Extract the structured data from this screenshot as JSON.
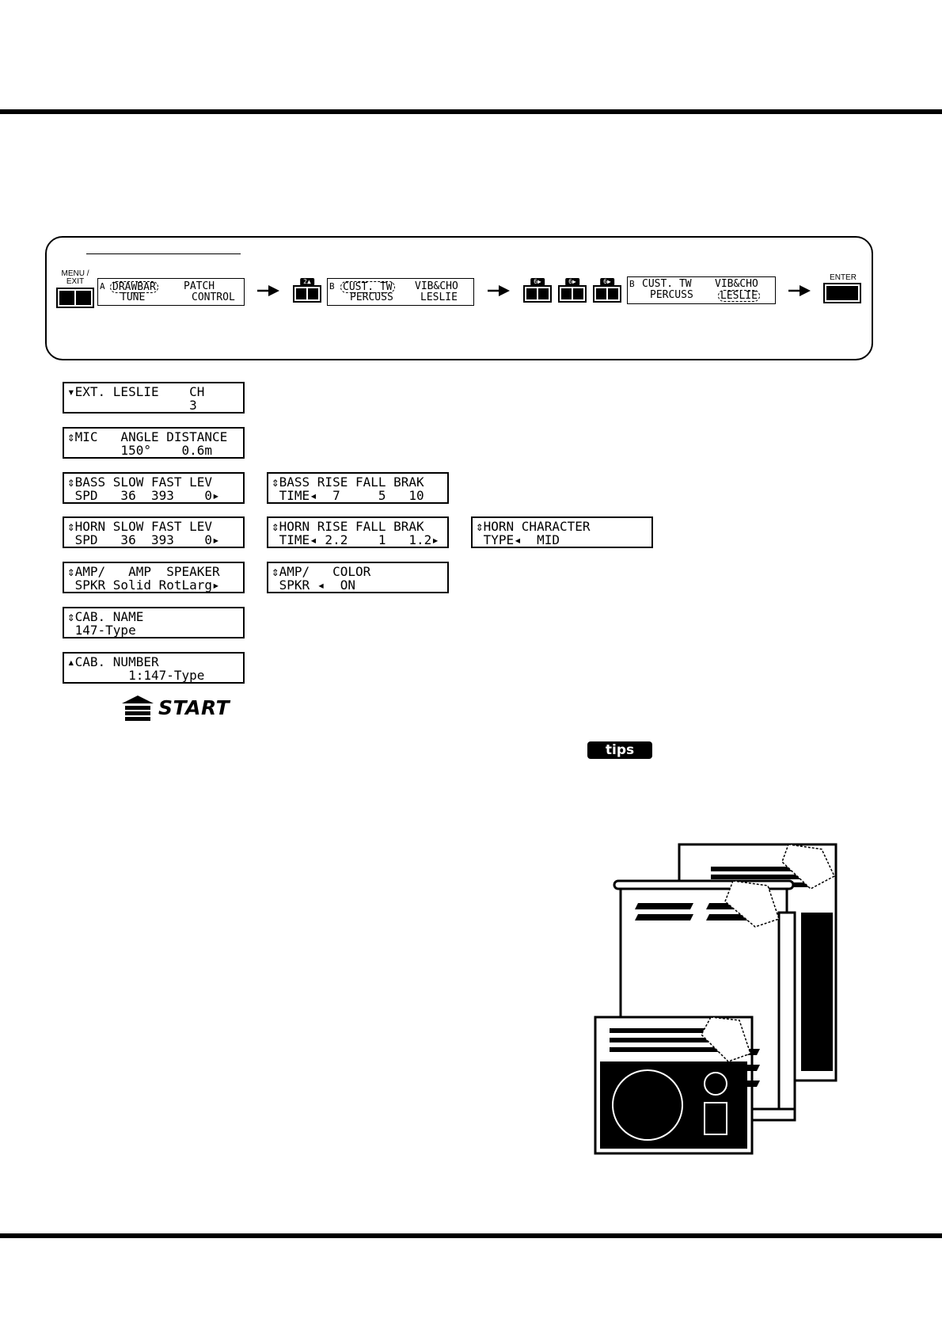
{
  "procedure": {
    "menu_exit_label": [
      "MENU /",
      "EXIT"
    ],
    "enter_label": "ENTER",
    "display1": {
      "page": "A",
      "item1": "DRAWBAR",
      "item2": "PATCH",
      "item3": "TUNE",
      "item4": "CONTROL"
    },
    "display2": {
      "page": "B",
      "item1": "CUST. TW",
      "item2": "VIB&CHO",
      "item3": "PERCUSS",
      "item4": "LESLIE"
    },
    "display3": {
      "page": "B",
      "item1": "CUST. TW",
      "item2": "VIB&CHO",
      "item3": "PERCUSS",
      "item4": "LESLIE"
    },
    "key_2_tag": "2▲",
    "key_6_tag": "6▶"
  },
  "screens": {
    "ext_leslie": {
      "line1": "▾EXT. LESLIE    CH",
      "line2": "                3"
    },
    "mic": {
      "line1": "⇕MIC   ANGLE DISTANCE",
      "line2": "       150°    0.6m"
    },
    "bass_spd": {
      "line1": "⇕BASS SLOW FAST LEV",
      "line2": " SPD   36  393    0▸"
    },
    "bass_time": {
      "line1": "⇕BASS RISE FALL BRAK",
      "line2": " TIME◂  7     5   10"
    },
    "horn_spd": {
      "line1": "⇕HORN SLOW FAST LEV",
      "line2": " SPD   36  393    0▸"
    },
    "horn_time": {
      "line1": "⇕HORN RISE FALL BRAK",
      "line2": " TIME◂ 2.2    1   1.2▸"
    },
    "horn_type": {
      "line1": "⇕HORN CHARACTER",
      "line2": " TYPE◂  MID"
    },
    "amp_spkr": {
      "line1": "⇕AMP/   AMP  SPEAKER",
      "line2": " SPKR Solid RotLarg▸"
    },
    "amp_color": {
      "line1": "⇕AMP/   COLOR",
      "line2": " SPKR ◂  ON"
    },
    "cab_name": {
      "line1": "⇕CAB. NAME",
      "line2": " 147-Type"
    },
    "cab_number": {
      "line1": "▴CAB. NUMBER",
      "line2": "        1:147-Type"
    }
  },
  "start_label": "START",
  "tips_label": "tips"
}
